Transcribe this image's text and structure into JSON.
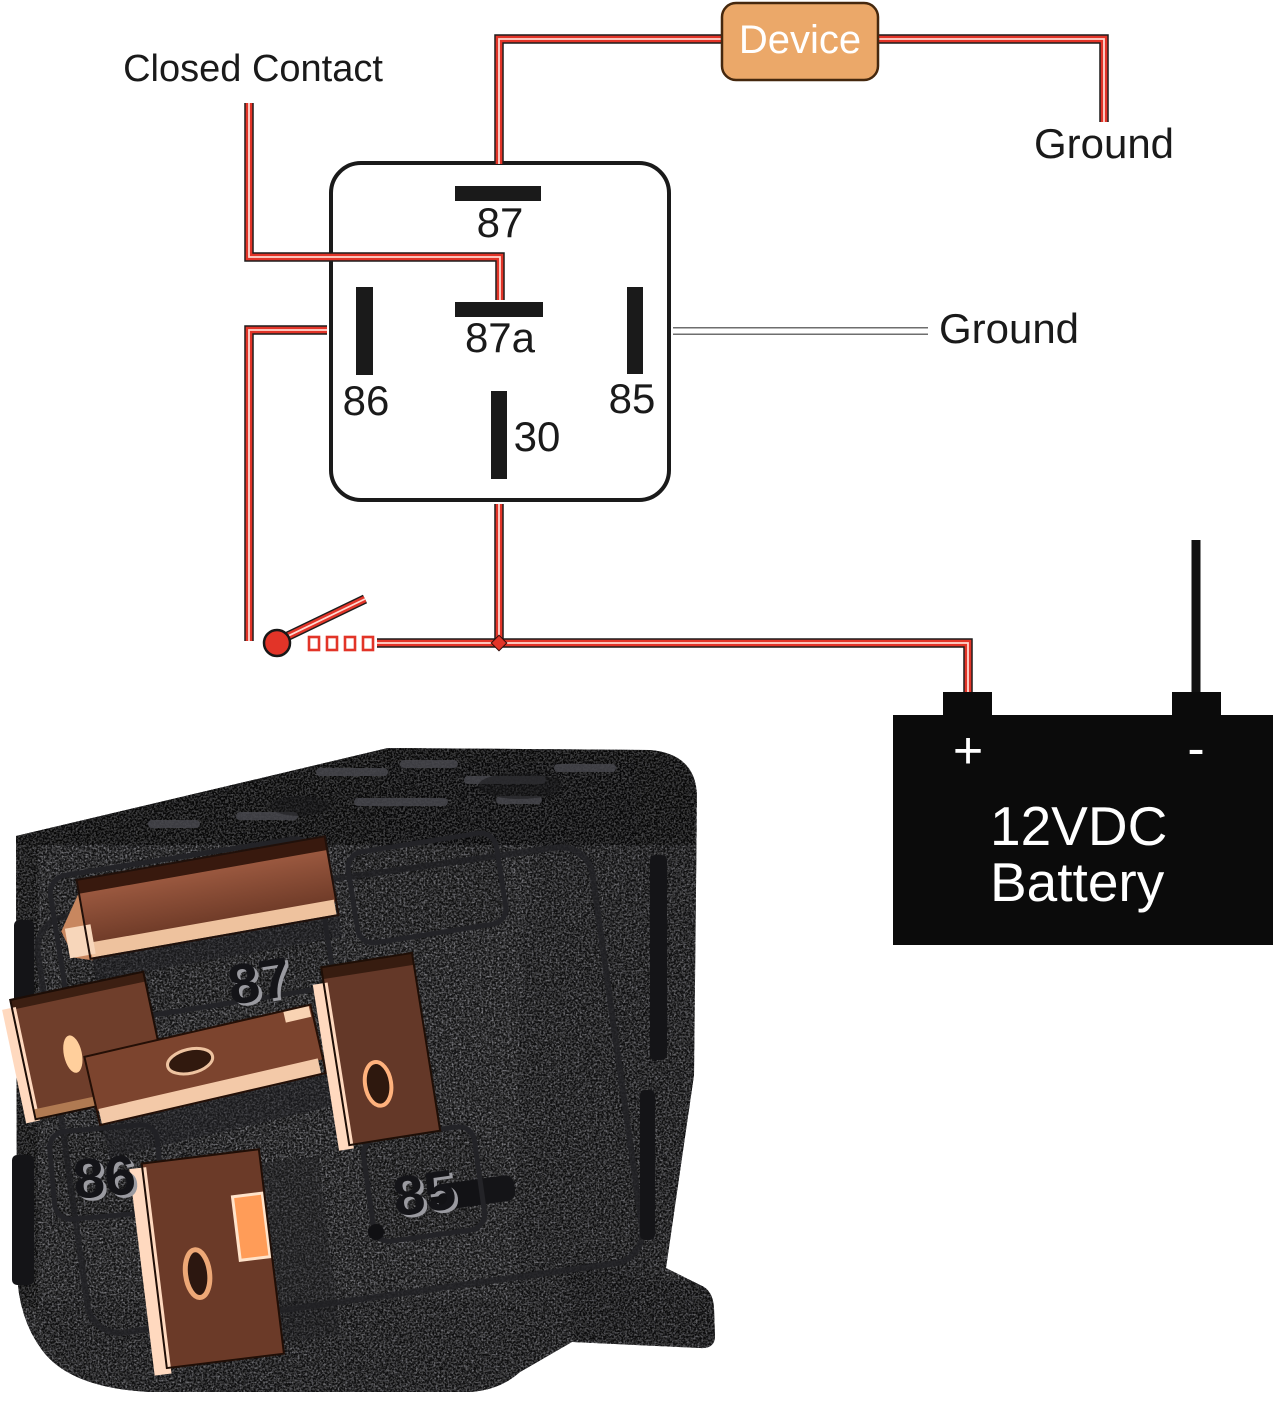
{
  "labels": {
    "closed_contact": "Closed Contact",
    "device": "Device",
    "ground_top": "Ground",
    "ground_coil": "Ground"
  },
  "relay": {
    "pin87": "87",
    "pin87a": "87a",
    "pin86": "86",
    "pin85": "85",
    "pin30": "30"
  },
  "battery": {
    "line1": "12VDC",
    "line2": "Battery",
    "plus": "+",
    "minus": "-"
  },
  "relay_photo": {
    "molded_87": "87",
    "molded_86": "86",
    "molded_85": "85"
  },
  "colors": {
    "wire_red": "#e23428",
    "wire_core": "#ffd8d0",
    "wire_outline": "#1c1c1c",
    "ground_wire": "#ffffff",
    "ground_wire_outline": "#6e6e6e",
    "battery_wire": "#111111",
    "device_fill": "#eba869",
    "device_border": "#45280e",
    "device_text": "#ffffff",
    "ink": "#1a1a1a",
    "battery_fill": "#0b0b0b",
    "battery_text": "#ffffff",
    "relay_body": "#57575c",
    "relay_top": "#1e1e21",
    "relay_side": "#48484d",
    "copper": "#7c442e",
    "copper_bright": "#ffd9bf"
  }
}
